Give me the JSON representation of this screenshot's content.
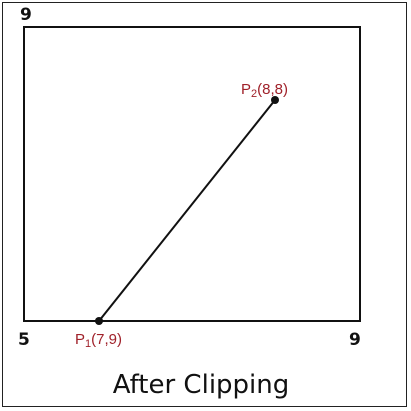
{
  "corner_labels": {
    "top_left": "9",
    "bottom_left": "5",
    "bottom_right": "9"
  },
  "points": {
    "p1": {
      "letter": "P",
      "subscript": "1",
      "coords": "(7,9)"
    },
    "p2": {
      "letter": "P",
      "subscript": "2",
      "coords": "(8,8)"
    }
  },
  "caption": "After Clipping",
  "colors": {
    "line": "#111111",
    "point_label": "#a0212a",
    "window_border": "#111111"
  }
}
